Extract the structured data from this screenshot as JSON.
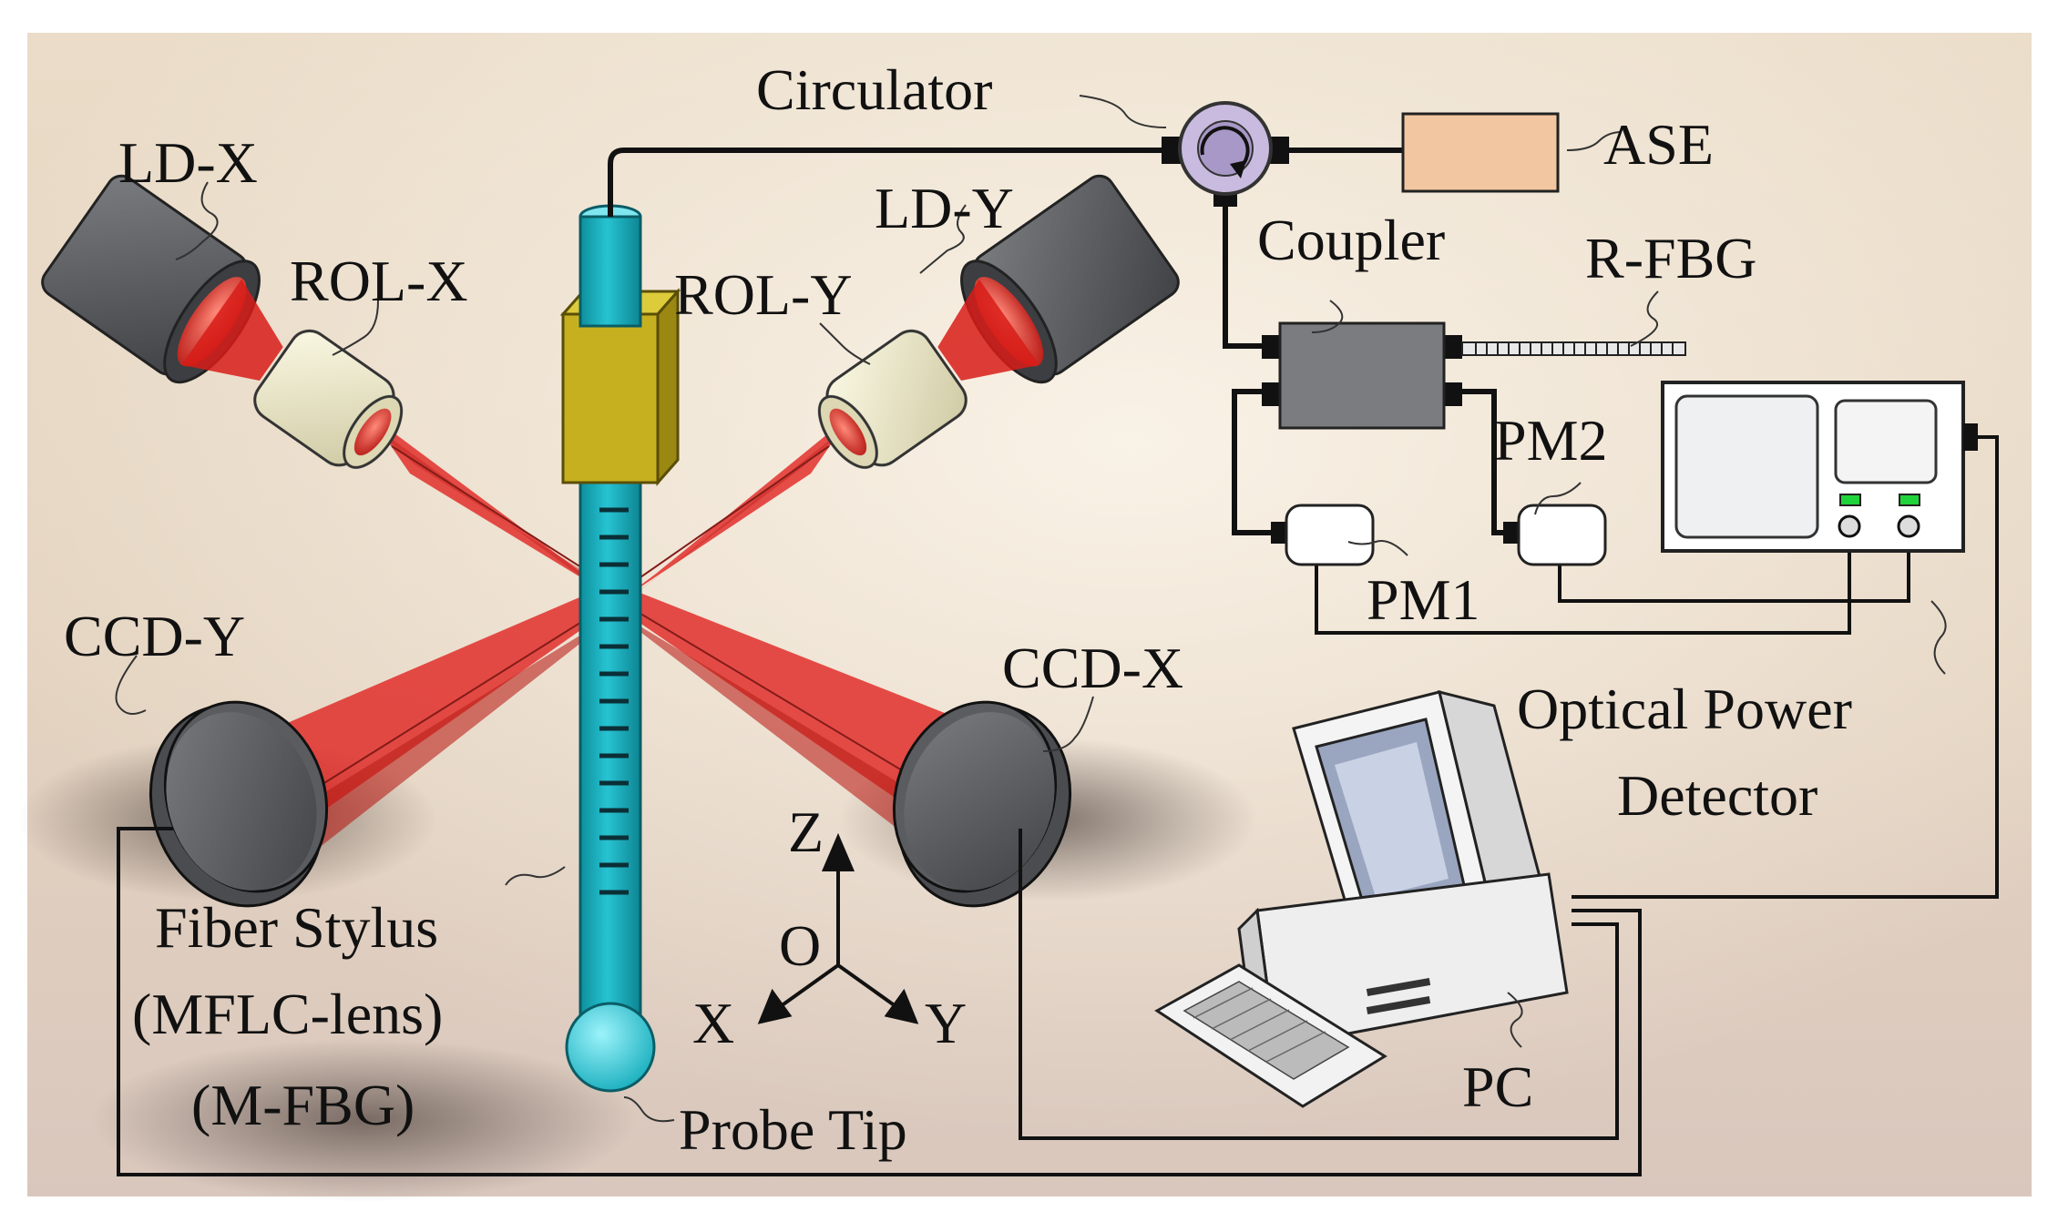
{
  "labels": {
    "circulator": "Circulator",
    "ase": "ASE",
    "ld_x": "LD-X",
    "ld_y": "LD-Y",
    "rol_x": "ROL-X",
    "rol_y": "ROL-Y",
    "coupler": "Coupler",
    "r_fbg": "R-FBG",
    "pm2": "PM2",
    "pm1": "PM1",
    "ccd_y": "CCD-Y",
    "ccd_x": "CCD-X",
    "optical_power": "Optical Power",
    "detector": "Detector",
    "fiber_stylus": "Fiber Stylus",
    "mflc_lens": "(MFLC-lens)",
    "m_fbg": "(M-FBG)",
    "probe_tip": "Probe Tip",
    "pc": "PC",
    "axis_z": "Z",
    "axis_origin": "O",
    "axis_x": "X",
    "axis_y": "Y"
  },
  "colors": {
    "laser": "#e0201c",
    "stylus": "#1fb5c4",
    "stylus_dark": "#0f8896",
    "ferrule": "#c9b21e",
    "ase_box": "#f2c6a0",
    "circulator": "#cbbde0",
    "housing": "#5e6064",
    "lens_body": "#ece9c8",
    "coupler": "#77797c"
  }
}
